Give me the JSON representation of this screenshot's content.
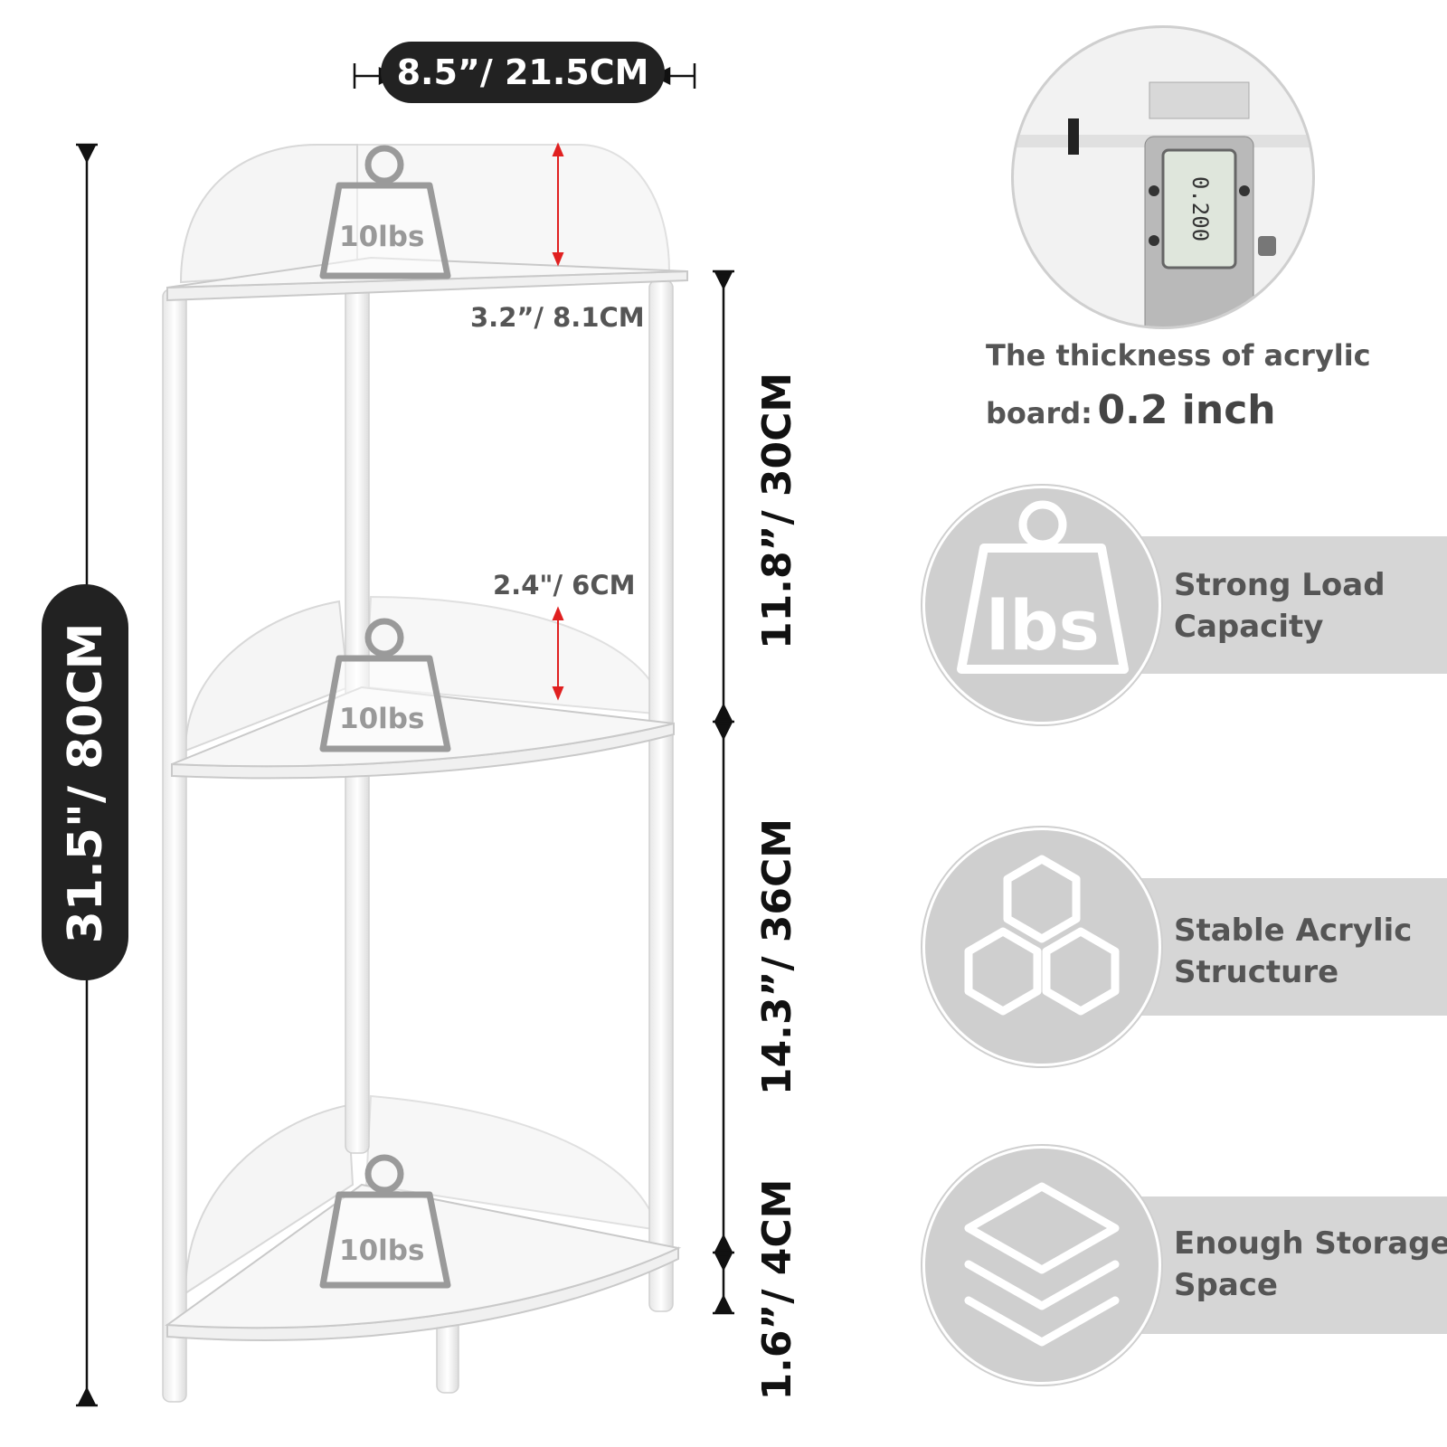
{
  "dimensions": {
    "width_label": "8.5”/ 21.5CM",
    "height_label": "31.5\"/ 80CM",
    "top_guard_label": "3.2”/ 8.1CM",
    "middle_guard_label": "2.4\"/ 6CM",
    "top_gap_label": "11.8”/ 30CM",
    "middle_gap_label": "14.3”/ 36CM",
    "bottom_gap_label": "1.6”/ 4CM"
  },
  "shelves": [
    {
      "weight_label": "10lbs"
    },
    {
      "weight_label": "10lbs"
    },
    {
      "weight_label": "10lbs"
    }
  ],
  "caliper": {
    "reading": "0.200",
    "thickness_caption_line1": "The thickness of acrylic",
    "thickness_caption_prefix": "board:",
    "thickness_value": "0.2 inch"
  },
  "features": [
    {
      "icon": "weight-lbs-icon",
      "icon_text": "lbs",
      "line1": "Strong Load",
      "line2": "Capacity"
    },
    {
      "icon": "hexagons-icon",
      "line1": "Stable Acrylic",
      "line2": "Structure"
    },
    {
      "icon": "layers-icon",
      "line1": "Enough Storage",
      "line2": "Space"
    }
  ],
  "colors": {
    "pill_bg": "#222222",
    "badge_bg": "#cfcfcf",
    "band_bg": "#d6d6d6",
    "arrow_red": "#e02020",
    "feature_text": "#555555"
  }
}
